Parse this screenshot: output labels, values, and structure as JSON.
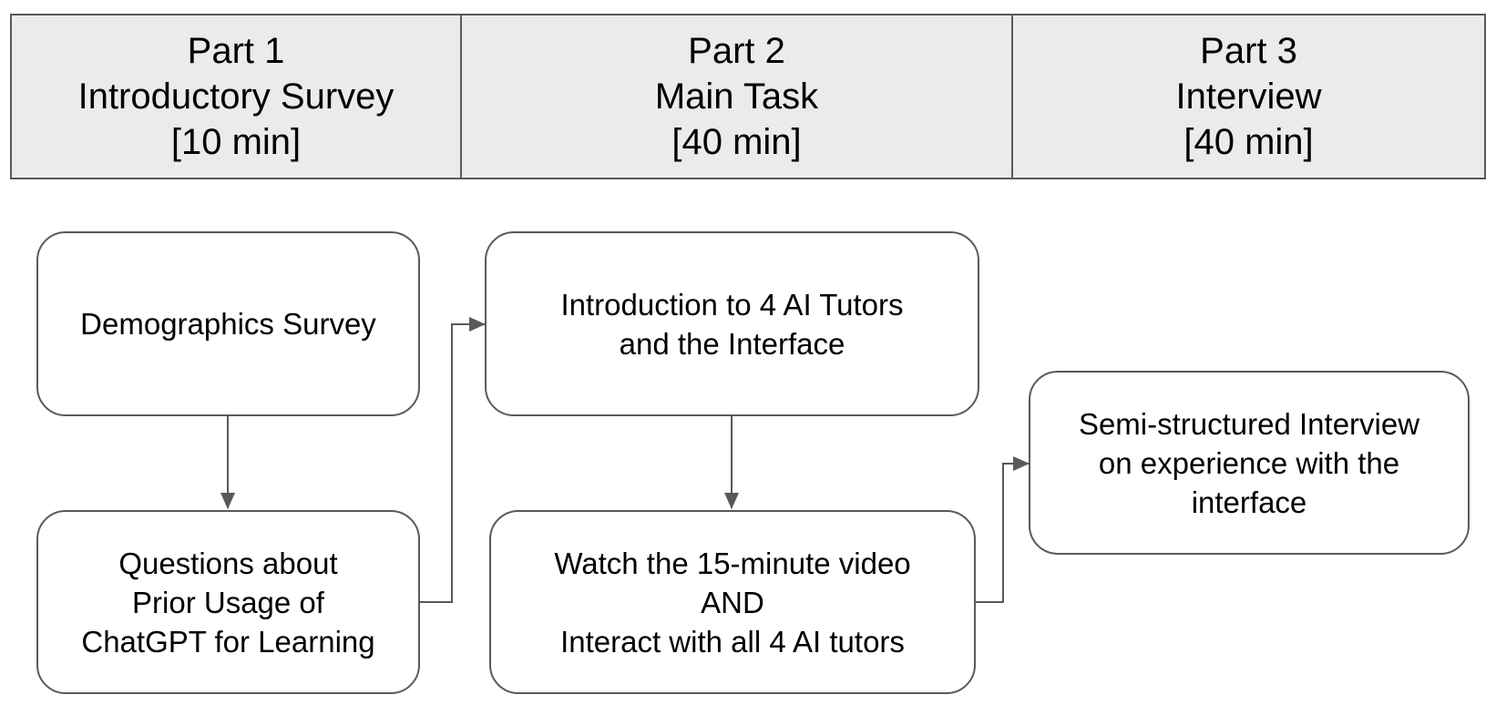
{
  "header": {
    "parts": [
      {
        "part": "Part 1",
        "name": "Introductory Survey",
        "duration": "[10 min]"
      },
      {
        "part": "Part 2",
        "name": "Main Task",
        "duration": "[40 min]"
      },
      {
        "part": "Part 3",
        "name": "Interview",
        "duration": "[40 min]"
      }
    ]
  },
  "flow": {
    "demographics": "Demographics Survey",
    "prior_usage": "Questions about\nPrior Usage of\nChatGPT for Learning",
    "introduction": "Introduction to 4 AI Tutors\nand the Interface",
    "watch_interact": "Watch the 15-minute video\nAND\nInteract with all 4 AI tutors",
    "interview": "Semi-structured Interview\non experience with the\ninterface"
  },
  "colors": {
    "header_fill": "#ebebeb",
    "stroke": "#595959",
    "box_fill": "#ffffff"
  }
}
